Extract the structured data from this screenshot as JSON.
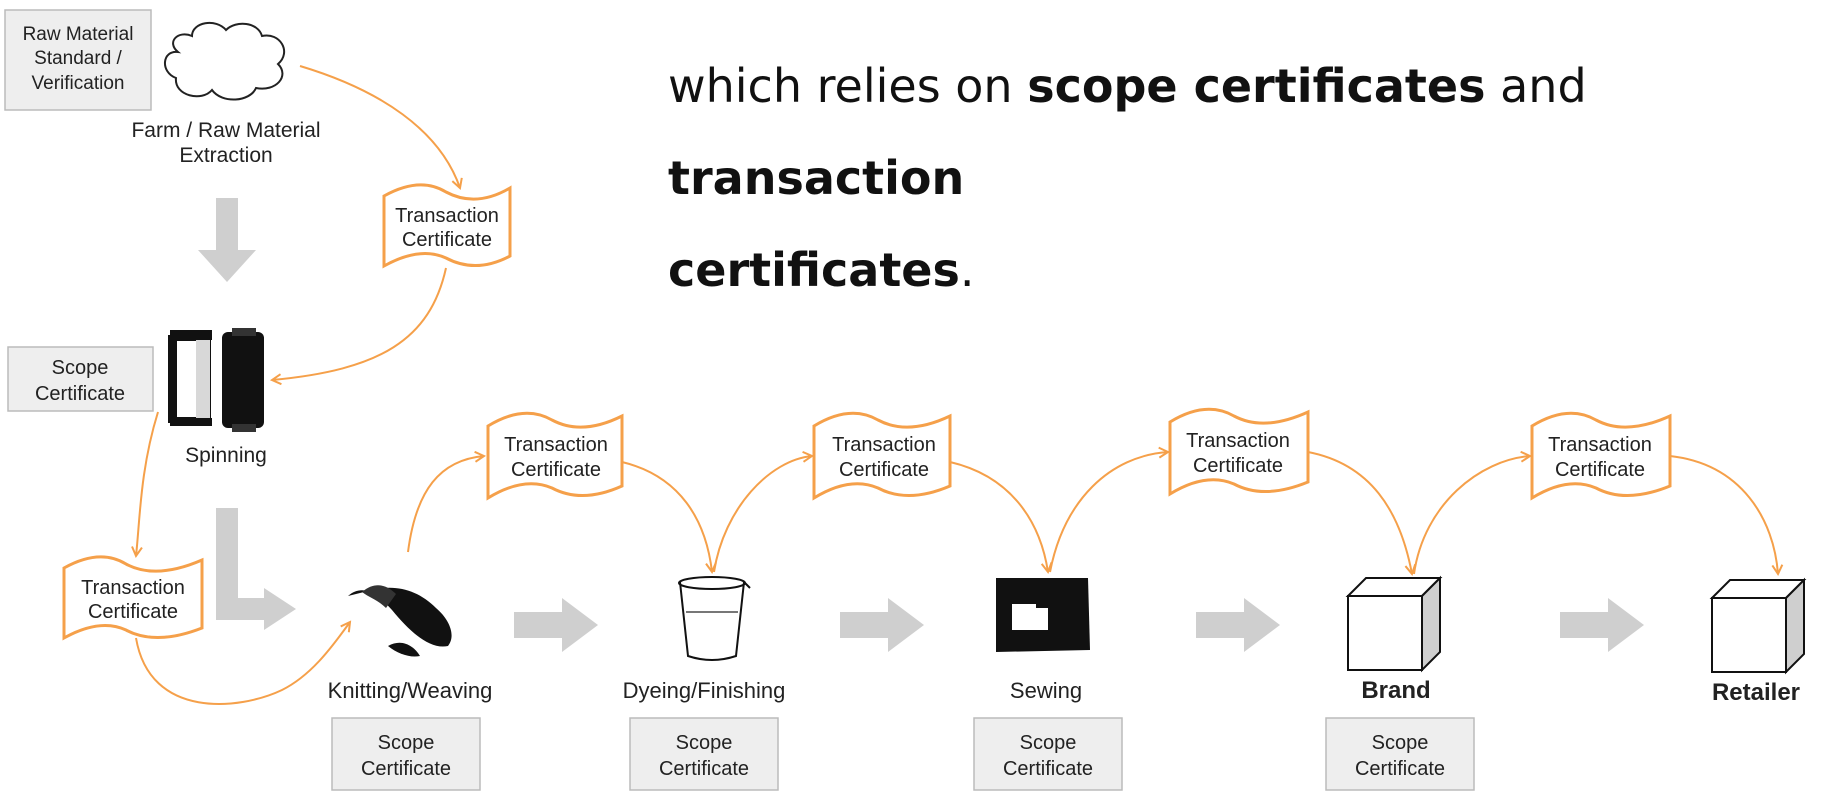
{
  "intro": {
    "lead": "which relies on ",
    "bold1": "scope certificates",
    "mid": " and ",
    "bold2": "transaction",
    "bold3": "certificates",
    "end": "."
  },
  "standard_box": [
    "Raw Material",
    "Standard /",
    "Verification"
  ],
  "farm_label": [
    "Farm / Raw Material",
    "Extraction"
  ],
  "spinning_label": "Spinning",
  "scope_certificate": [
    "Scope",
    "Certificate"
  ],
  "transaction_certificate": [
    "Transaction",
    "Certificate"
  ],
  "stages": [
    "Knitting/Weaving",
    "Dyeing/Finishing",
    "Sewing",
    "Brand",
    "Retailer"
  ],
  "colors": {
    "accent": "#f5a04a",
    "arrow": "#cfcfcf",
    "box_fill": "#eeeeee",
    "box_stroke": "#bbbbbb"
  }
}
